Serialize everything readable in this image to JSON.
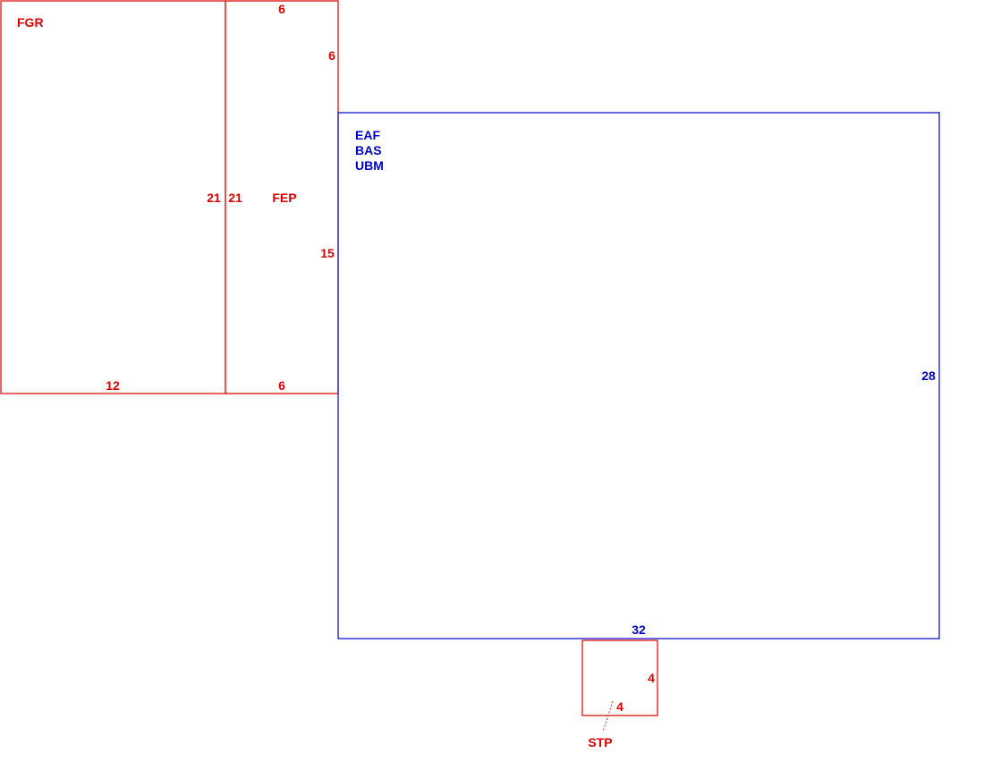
{
  "colors": {
    "red_boxes": "#dd0000",
    "blue_boxes": "#0000cc",
    "background": "#ffffff"
  },
  "boxes": {
    "fgr": {
      "name": "FGR",
      "bottom_dim": "12",
      "right_dim": "21"
    },
    "fep": {
      "name": "FEP",
      "top_dim": "6",
      "upper_right_dim": "6",
      "left_dim": "21",
      "lower_right_dim": "15",
      "bottom_dim": "6"
    },
    "main": {
      "names": [
        "EAF",
        "BAS",
        "UBM"
      ],
      "right_dim": "28",
      "bottom_dim": "32"
    },
    "stp": {
      "name": "STP",
      "right_dim": "4",
      "bottom_dim": "4"
    }
  }
}
